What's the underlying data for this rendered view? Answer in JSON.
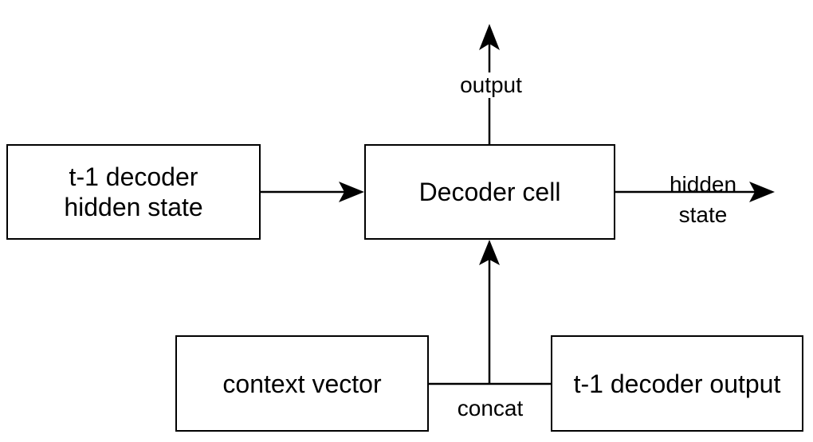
{
  "diagram": {
    "boxes": {
      "prev_hidden": "t-1 decoder\nhidden state",
      "decoder_cell": "Decoder cell",
      "context_vector": "context vector",
      "prev_output": "t-1 decoder output"
    },
    "edge_labels": {
      "output": "output",
      "hidden_state": "hidden\nstate",
      "concat": "concat"
    },
    "colors": {
      "stroke": "#000000",
      "fill": "#ffffff"
    }
  }
}
